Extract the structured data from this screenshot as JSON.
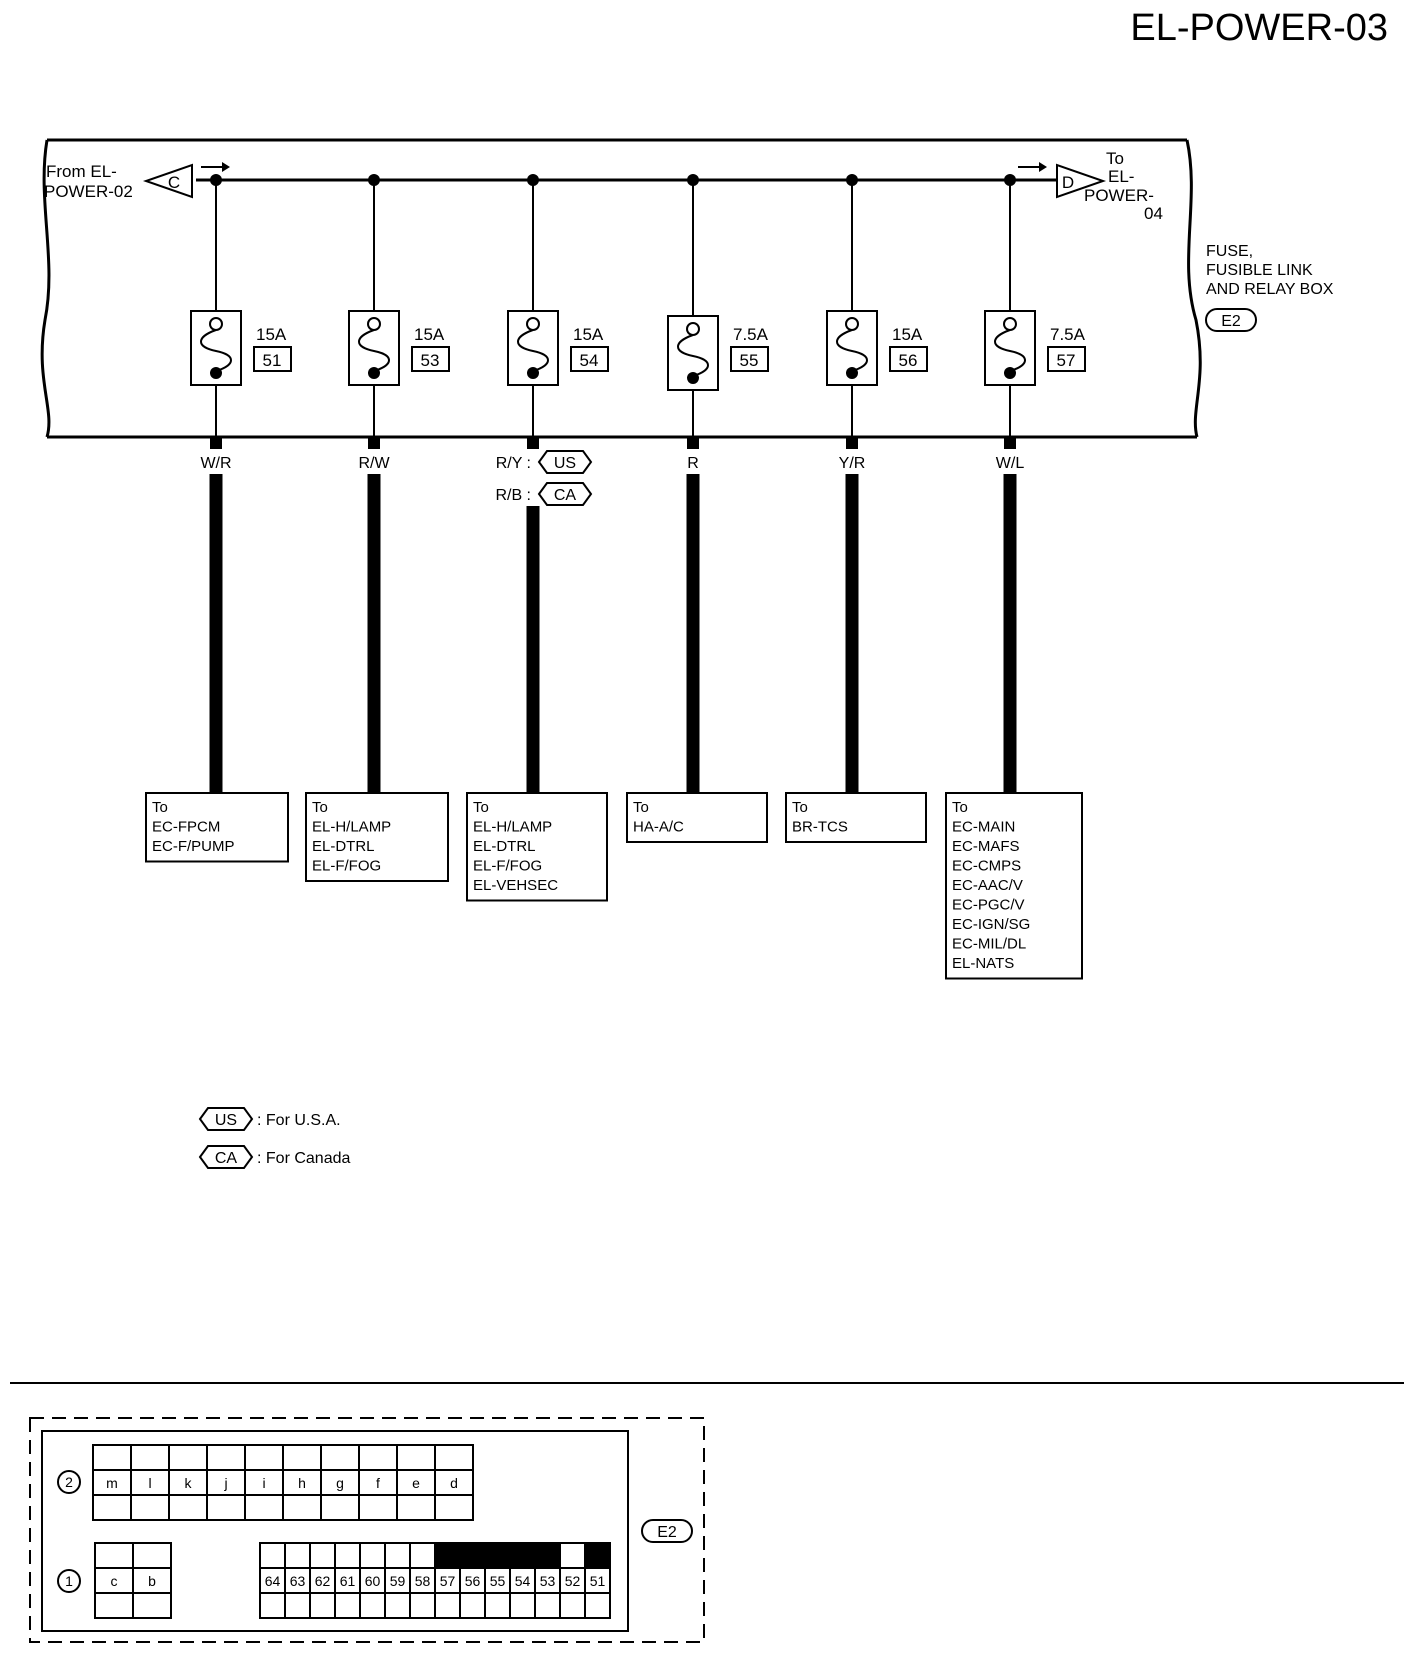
{
  "page_title": "EL-POWER-03",
  "from_connector": {
    "letter": "C",
    "text_lines": [
      "From EL-",
      "POWER-02"
    ]
  },
  "to_connector": {
    "letter": "D",
    "text_lines": [
      "To",
      "EL-",
      "POWER-",
      "04"
    ]
  },
  "box_name_lines": [
    "FUSE,",
    "FUSIBLE LINK",
    "AND RELAY BOX"
  ],
  "box_connector": "E2",
  "fuses": [
    {
      "amp": "15A",
      "number": "51",
      "wire": "W/R",
      "dest_lines": [
        "To",
        "EC-FPCM",
        "EC-F/PUMP"
      ]
    },
    {
      "amp": "15A",
      "number": "53",
      "wire": "R/W",
      "dest_lines": [
        "To",
        "EL-H/LAMP",
        "EL-DTRL",
        "EL-F/FOG"
      ]
    },
    {
      "amp": "15A",
      "number": "54",
      "wire": "R/Y",
      "wire_note": "US",
      "wire_alt": "R/B",
      "wire_alt_note": "CA",
      "dest_lines": [
        "To",
        "EL-H/LAMP",
        "EL-DTRL",
        "EL-F/FOG",
        "EL-VEHSEC"
      ]
    },
    {
      "amp": "7.5A",
      "number": "55",
      "wire": "R",
      "dest_lines": [
        "To",
        "HA-A/C"
      ]
    },
    {
      "amp": "15A",
      "number": "56",
      "wire": "Y/R",
      "dest_lines": [
        "To",
        "BR-TCS"
      ]
    },
    {
      "amp": "7.5A",
      "number": "57",
      "wire": "W/L",
      "dest_lines": [
        "To",
        "EC-MAIN",
        "EC-MAFS",
        "EC-CMPS",
        "EC-AAC/V",
        "EC-PGC/V",
        "EC-IGN/SG",
        "EC-MIL/DL",
        "EL-NATS"
      ]
    }
  ],
  "legend": [
    {
      "code": "US",
      "text": ": For U.S.A."
    },
    {
      "code": "CA",
      "text": ": For Canada"
    }
  ],
  "connector_view": {
    "label": "E2",
    "row2_num": "2",
    "row2_cells": [
      "m",
      "l",
      "k",
      "j",
      "i",
      "h",
      "g",
      "f",
      "e",
      "d"
    ],
    "row1_num": "1",
    "row1_left_cells": [
      "c",
      "b"
    ],
    "row1_right_cells": [
      "64",
      "63",
      "62",
      "61",
      "60",
      "59",
      "58",
      "57",
      "56",
      "55",
      "54",
      "53",
      "52",
      "51"
    ],
    "filled_cells": [
      "57",
      "56",
      "55",
      "54",
      "53",
      "51"
    ]
  }
}
